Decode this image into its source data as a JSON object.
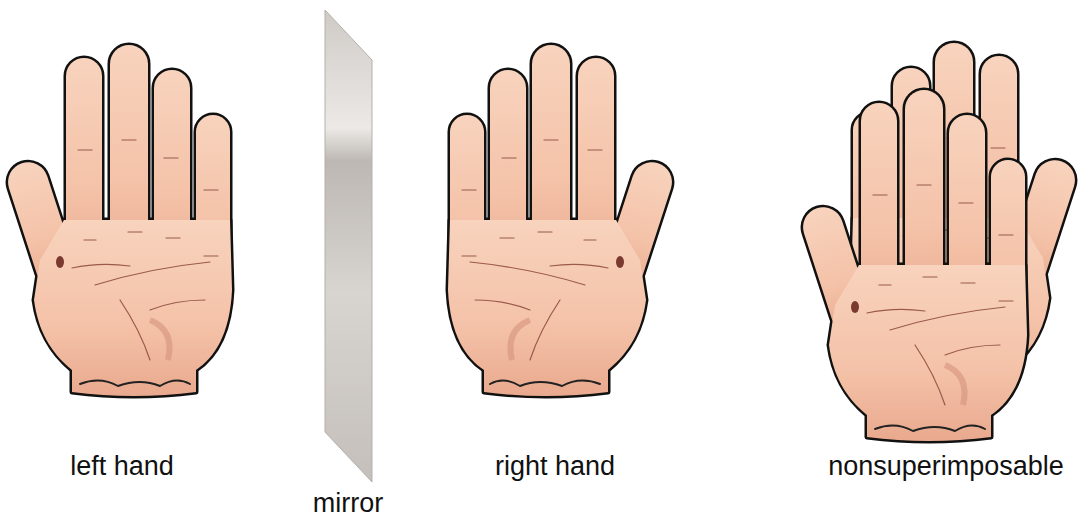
{
  "diagram": {
    "labels": [
      "left hand",
      "mirror",
      "right hand",
      "nonsuperimposable"
    ]
  }
}
